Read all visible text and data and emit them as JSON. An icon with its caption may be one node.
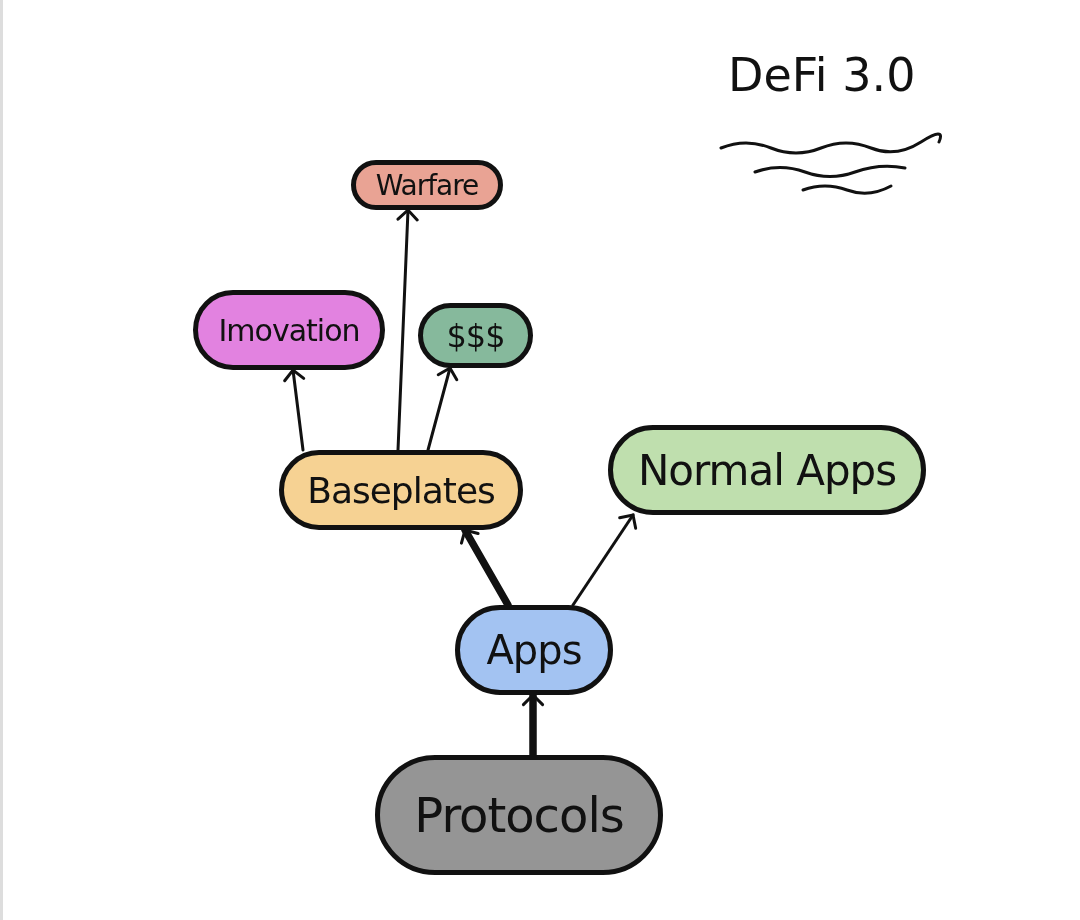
{
  "diagram": {
    "title": "DeFi 3.0",
    "nodes": [
      {
        "text": [
          "Warfare"
        ]
      },
      {
        "text": [
          "Imovation"
        ]
      },
      {
        "text": [
          "$$$"
        ]
      },
      {
        "text": [
          "Baseplates"
        ]
      },
      {
        "text": [
          "Normal Apps"
        ]
      },
      {
        "text": [
          "Apps"
        ]
      },
      {
        "text": [
          "Protocols"
        ]
      }
    ],
    "edges": [
      {
        "from": 6,
        "to": 5,
        "arrow": "to",
        "style": "thick"
      },
      {
        "from": 5,
        "to": 3,
        "arrow": "to",
        "style": "thick"
      },
      {
        "from": 5,
        "to": 4,
        "arrow": "to"
      },
      {
        "from": 3,
        "to": 1,
        "arrow": "to"
      },
      {
        "from": 3,
        "to": 0,
        "arrow": "to"
      },
      {
        "from": 3,
        "to": 2,
        "arrow": "to"
      }
    ]
  }
}
